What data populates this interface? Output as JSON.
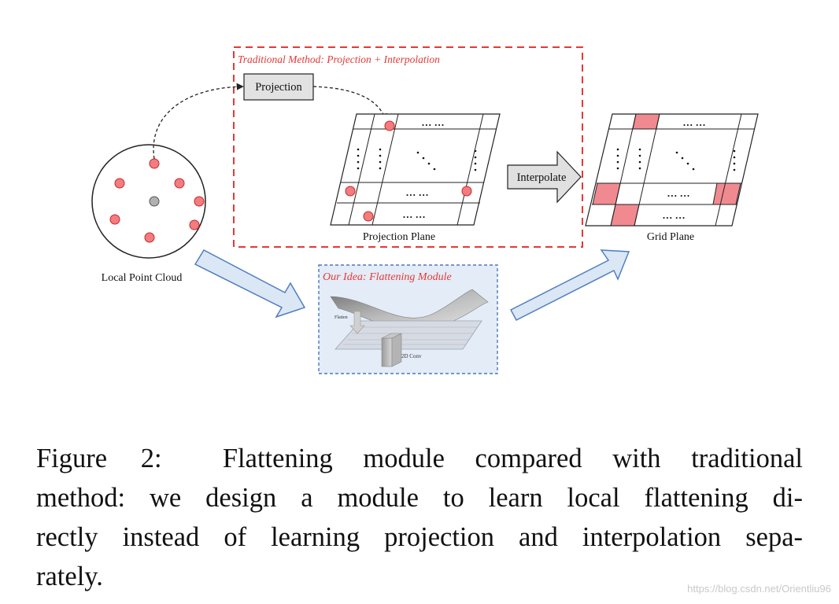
{
  "diagram": {
    "traditional_title": "Traditional Method: Projection + Interpolation",
    "projection_label": "Projection",
    "interpolate_label": "Interpolate",
    "projection_plane_label": "Projection Plane",
    "grid_plane_label": "Grid Plane",
    "local_point_cloud_label": "Local Point Cloud",
    "idea_title": "Our Idea: Flattening Module",
    "flatten_label": "Flatten",
    "conv_label": "2D Conv",
    "hdots": "… …",
    "colors": {
      "dashed_red": "#e53935",
      "dashed_blue": "#4a78c0",
      "point_fill": "#f27c80",
      "point_stroke": "#c62828",
      "cell_fill": "#f08a90",
      "arrow_fill": "#dbe7f5",
      "arrow_stroke": "#4f7fbf",
      "idea_fill": "#e3ecf7"
    }
  },
  "caption": {
    "label": "Figure 2:",
    "line1": "Flattening module compared with traditional",
    "line2": "method: we design a module to learn local flattening di-",
    "line3": "rectly instead of learning projection and interpolation sepa-",
    "line4": "rately."
  },
  "watermark": "https://blog.csdn.net/Orientliu96"
}
